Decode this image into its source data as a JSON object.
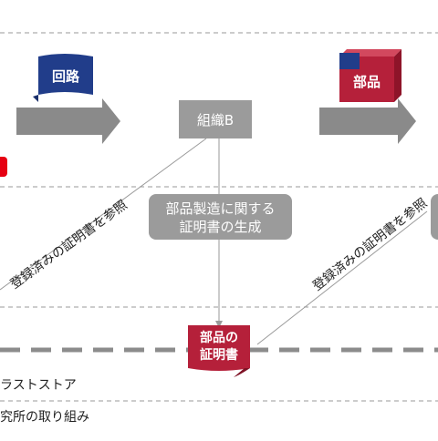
{
  "nodes": {
    "circuit": "回路",
    "org_b": "組織B",
    "part": "部品",
    "gen_line1": "部品製造に関する",
    "gen_line2": "証明書の生成",
    "cert_line1": "部品の",
    "cert_line2": "証明書"
  },
  "edges": {
    "ref_left": "登録済みの証明書を参照",
    "ref_right": "登録済みの証明書を参照"
  },
  "bottom": {
    "trust_store": "ラストストア",
    "initiative": "究所の取り組み"
  },
  "colors": {
    "navy": "#213d8a",
    "crimson": "#b5203a",
    "gray_box": "#9b9b9b",
    "red_marker": "#e60012"
  }
}
